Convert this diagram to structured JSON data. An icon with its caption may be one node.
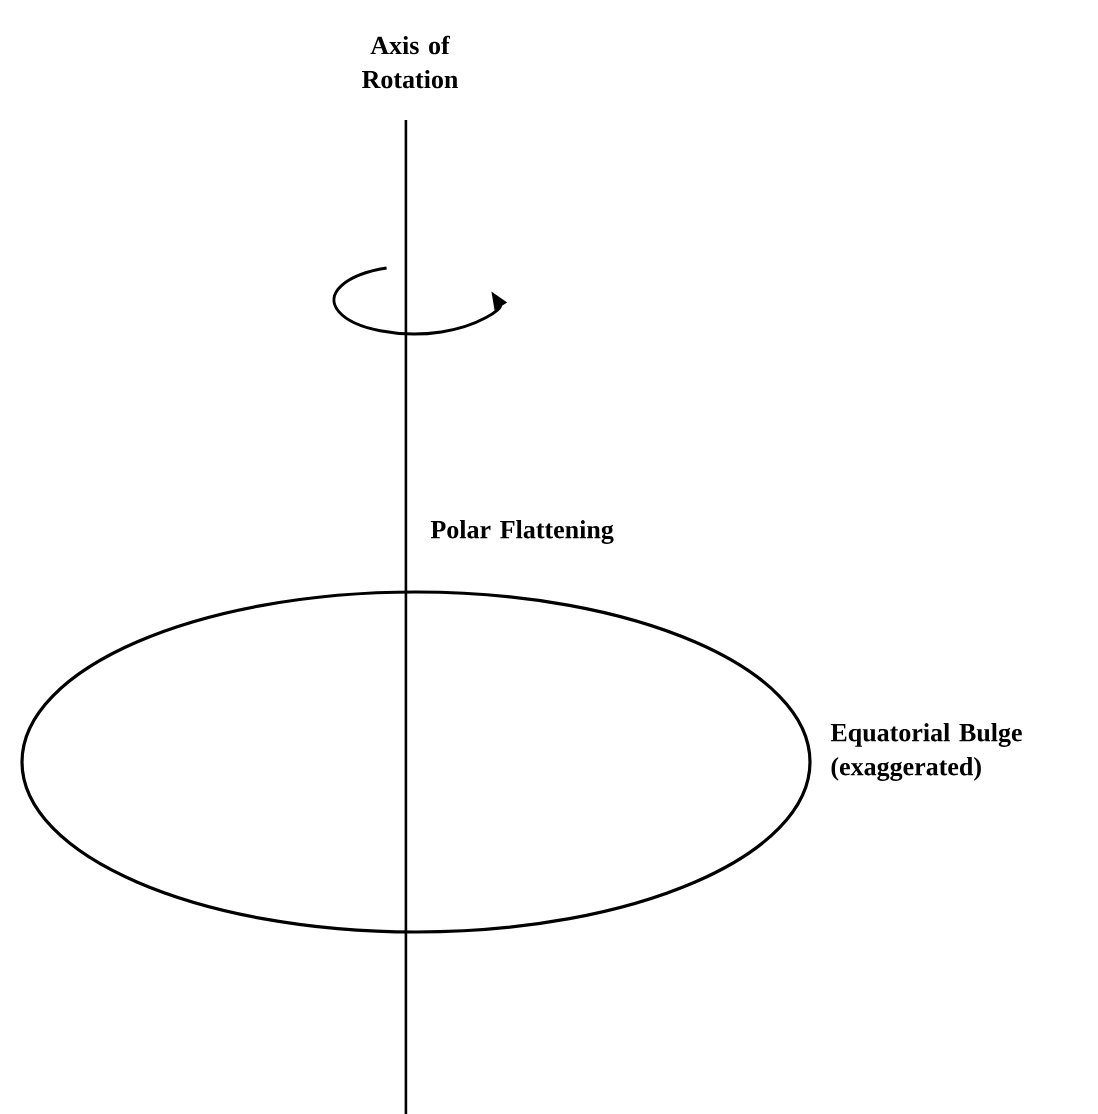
{
  "diagram": {
    "labels": [
      "Axis of Rotation",
      "Polar Flattening",
      "Equatorial Bulge (exaggerated)"
    ]
  }
}
